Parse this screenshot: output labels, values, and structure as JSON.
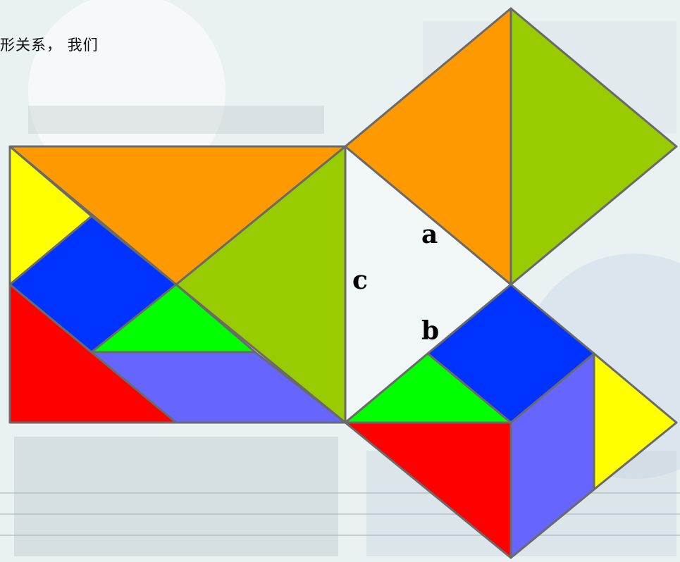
{
  "caption_text": "形关系， 我们",
  "labels": {
    "a": "a",
    "b": "b",
    "c": "c"
  },
  "colors": {
    "orange": "#ff9900",
    "olive_green": "#99cc00",
    "yellow": "#ffff00",
    "blue": "#0033ff",
    "bright_green": "#00ff00",
    "red": "#ff0000",
    "periwinkle": "#6666ff",
    "outline": "#6a6a6a"
  }
}
